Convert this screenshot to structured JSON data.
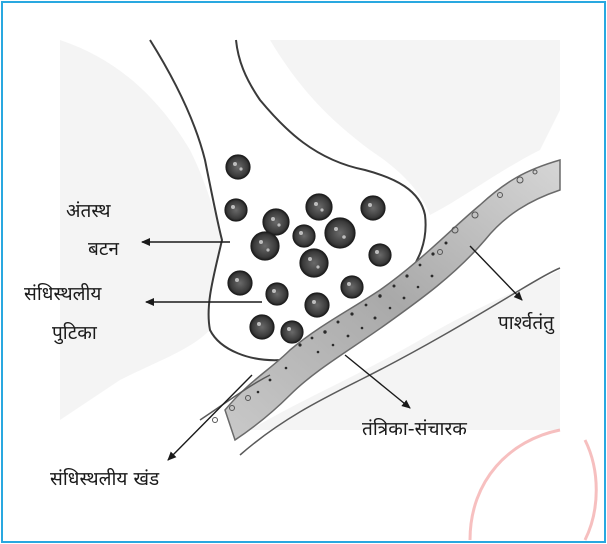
{
  "labels": {
    "terminal_button_line1": "अंतस्थ",
    "terminal_button_line2": "बटन",
    "synaptic_vesicle_line1": "संधिस्थलीय",
    "synaptic_vesicle_line2": "पुटिका",
    "dendrite": "पार्श्वतंतु",
    "neurotransmitter": "तंत्रिका-संचारक",
    "synaptic_cleft": "संधिस्थलीय खंड"
  },
  "colors": {
    "frame_border": "#29a8e0",
    "watermark": "#f08c8c",
    "ink": "#1a1a1a",
    "shading": "#9a9a9a"
  }
}
